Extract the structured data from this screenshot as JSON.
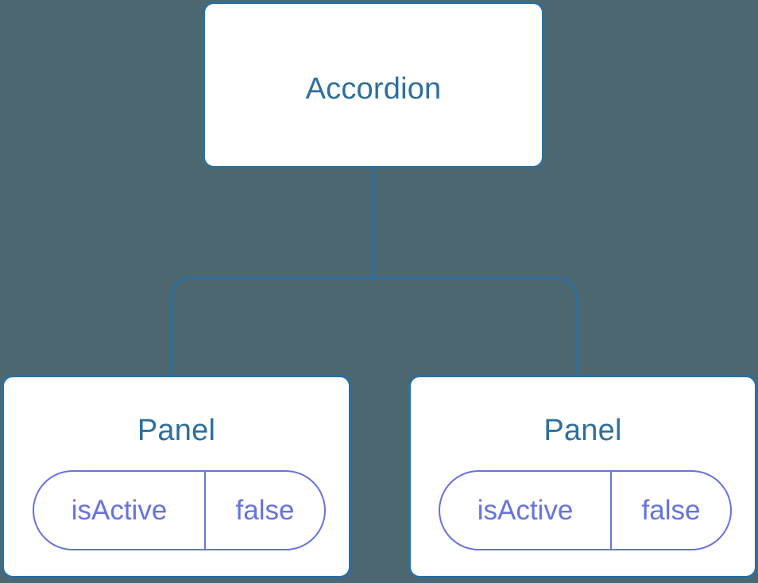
{
  "diagram": {
    "type": "component-tree",
    "background_color": "#4c6770",
    "node_border_color": "#2d6f9e",
    "node_fill_color": "#ffffff",
    "node_title_color": "#2d6f9e",
    "connector_color": "#2d6f9e",
    "prop_color": "#6673dd",
    "root": {
      "title": "Accordion"
    },
    "children": [
      {
        "title": "Panel",
        "props": [
          {
            "key": "isActive",
            "value": "false"
          }
        ]
      },
      {
        "title": "Panel",
        "props": [
          {
            "key": "isActive",
            "value": "false"
          }
        ]
      }
    ]
  }
}
